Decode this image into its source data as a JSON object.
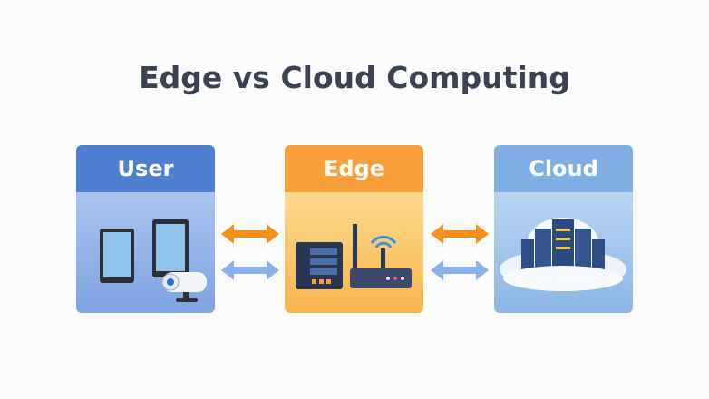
{
  "title": "Edge vs Cloud Computing",
  "panels": [
    {
      "label": "User"
    },
    {
      "label": "Edge"
    },
    {
      "label": "Cloud"
    }
  ],
  "colors": {
    "user": "#4f7fd0",
    "edge": "#f7a03a",
    "cloud": "#7eaee2",
    "arrow_orange": "#f5901e",
    "arrow_blue": "#8cb1ea"
  }
}
